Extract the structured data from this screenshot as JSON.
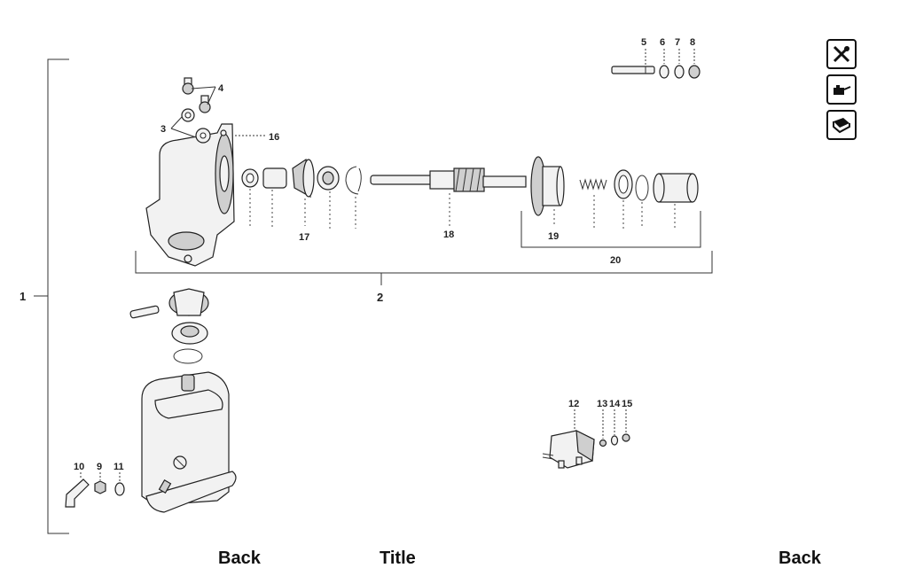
{
  "diagram": {
    "callouts": {
      "c1": "1",
      "c2": "2",
      "c3": "3",
      "c4": "4",
      "c5": "5",
      "c6": "6",
      "c7": "7",
      "c8": "8",
      "c9": "9",
      "c10": "10",
      "c11": "11",
      "c12": "12",
      "c13": "13",
      "c14": "14",
      "c15": "15",
      "c16": "16",
      "c17": "17",
      "c18": "18",
      "c19": "19",
      "c20": "20"
    }
  },
  "toolbar": {
    "icons": [
      "tools-icon",
      "oil-can-icon",
      "manual-book-icon"
    ]
  },
  "footer": {
    "left": "Back",
    "center": "Title",
    "right": "Back"
  }
}
